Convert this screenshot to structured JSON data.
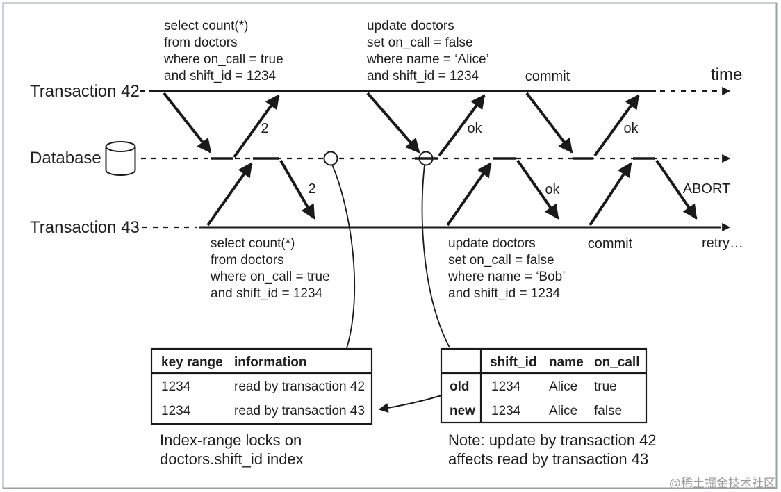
{
  "figure": {
    "type": "transaction-timeline-diagram",
    "colors": {
      "ink": "#1f1f1f",
      "line": "#1a1a1a",
      "watermark": "#9a9a9a",
      "frame": "#9aa0a6",
      "background": "#ffffff"
    }
  },
  "timelines": {
    "t42_label": "Transaction 42",
    "db_label": "Database",
    "t43_label": "Transaction 43",
    "time_label": "time",
    "retry_label": "retry…"
  },
  "queries": {
    "t42_select": {
      "lines": [
        "select count(*)",
        "from doctors",
        "where on_call = true",
        "and shift_id = 1234"
      ]
    },
    "t42_update": {
      "lines": [
        "update doctors",
        "set on_call = false",
        "where name = ‘Alice’",
        "and shift_id = 1234"
      ]
    },
    "t43_select": {
      "lines": [
        "select count(*)",
        "from doctors",
        "where on_call = true",
        "and shift_id = 1234"
      ]
    },
    "t43_update": {
      "lines": [
        "update doctors",
        "set on_call = false",
        "where name = ‘Bob’",
        "and shift_id = 1234"
      ]
    }
  },
  "events": {
    "t42_result_count": "2",
    "t43_result_count": "2",
    "t42_update_ok": "ok",
    "t42_commit_ok": "ok",
    "t43_update_ok": "ok",
    "t42_commit": "commit",
    "t43_commit": "commit",
    "t43_abort": "ABORT"
  },
  "lock_table": {
    "headers": [
      "key range",
      "information"
    ],
    "rows": [
      [
        "1234",
        "read by transaction 42"
      ],
      [
        "1234",
        "read by transaction 43"
      ]
    ],
    "caption_line1": "Index-range locks on",
    "caption_line2": "doctors.shift_id index"
  },
  "row_table": {
    "headers": [
      "shift_id",
      "name",
      "on_call"
    ],
    "rows": [
      [
        "old",
        "1234",
        "Alice",
        "true"
      ],
      [
        "new",
        "1234",
        "Alice",
        "false"
      ]
    ],
    "caption_line1": "Note: update by transaction 42",
    "caption_line2": "affects read by transaction 43"
  },
  "watermark": "@稀土掘金技术社区"
}
